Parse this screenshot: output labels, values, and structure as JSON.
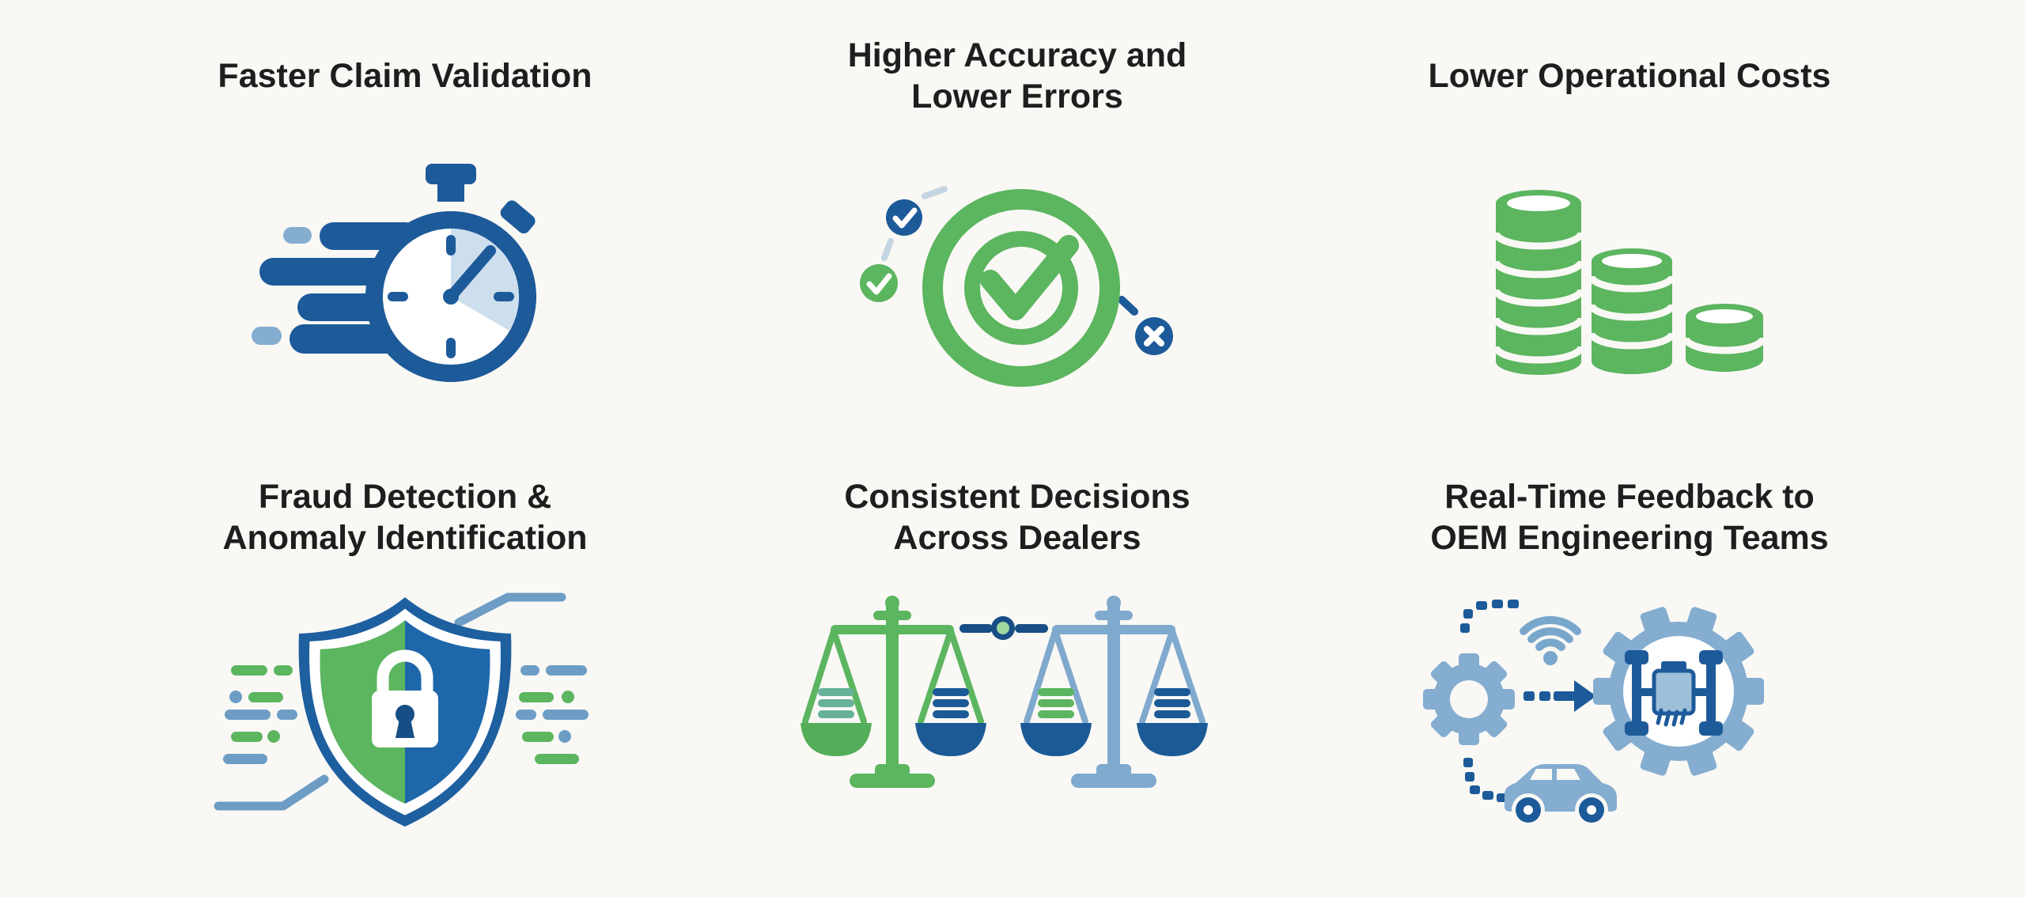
{
  "page": {
    "kind": "benefits-infographic",
    "background": "#f9f8f5"
  },
  "palette": {
    "title_text": "#1e1e1e",
    "dark_blue": "#1d5a99",
    "navy": "#174e85",
    "light_blue": "#84add0",
    "steel_blue": "#6d9dc5",
    "pale_blue": "#cddeed",
    "green": "#5cb55f",
    "teal": "#67b19b",
    "light_green": "#9ed89f"
  },
  "cards": [
    {
      "title": "Faster Claim Validation",
      "icon": "speed-stopwatch-icon"
    },
    {
      "title": "Higher Accuracy and\nLower Errors",
      "icon": "target-checkmark-icon"
    },
    {
      "title": "Lower Operational Costs",
      "icon": "coin-stacks-icon"
    },
    {
      "title": "Fraud Detection &\nAnomaly Identification",
      "icon": "shield-lock-icon"
    },
    {
      "title": "Consistent Decisions\nAcross Dealers",
      "icon": "balance-scales-icon"
    },
    {
      "title": "Real-Time Feedback to\nOEM Engineering Teams",
      "icon": "gears-telemetry-icon"
    }
  ]
}
